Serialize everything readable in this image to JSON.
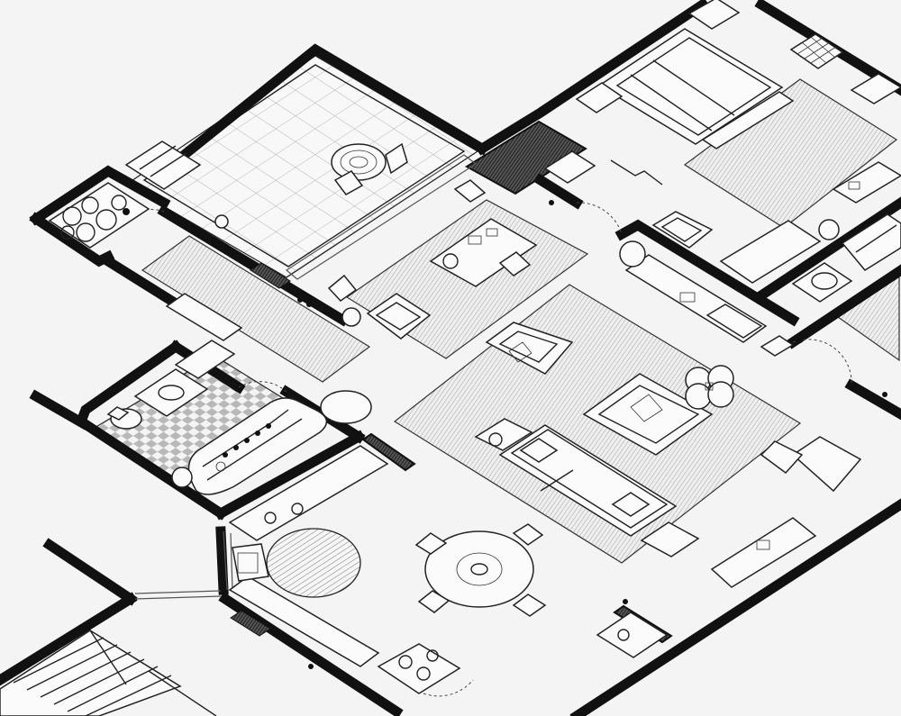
{
  "plan": {
    "view": "isometric",
    "palette": {
      "background": "#f4f4f4",
      "wall": "#111111",
      "line": "#222222",
      "rug_hatch": "#9a9a9a"
    }
  },
  "rooms": [
    {
      "name": "terrace",
      "features": [
        "tiled-floor",
        "round-table",
        "chair",
        "stair-railing"
      ]
    },
    {
      "name": "garden-planter",
      "features": [
        "pebbles",
        "plant"
      ]
    },
    {
      "name": "hallway",
      "features": [
        "runner-rug",
        "console-table",
        "radiator"
      ]
    },
    {
      "name": "study",
      "features": [
        "desk",
        "desk-chair",
        "armchair",
        "rug"
      ]
    },
    {
      "name": "bathroom",
      "features": [
        "toilet",
        "sink",
        "bathtub",
        "checkered-floor"
      ]
    },
    {
      "name": "living-room",
      "features": [
        "sofa",
        "coffee-table",
        "armchairs",
        "pouf",
        "large-rug",
        "tv-console"
      ]
    },
    {
      "name": "kitchen",
      "features": [
        "counter",
        "stove",
        "round-rug",
        "dining-table",
        "dining-chairs"
      ]
    },
    {
      "name": "master-bedroom",
      "features": [
        "double-bed",
        "rug",
        "armchair",
        "nightstands",
        "desk"
      ]
    },
    {
      "name": "second-bedroom",
      "features": [
        "bed",
        "desk"
      ]
    },
    {
      "name": "entrance",
      "features": [
        "staircase"
      ]
    }
  ]
}
